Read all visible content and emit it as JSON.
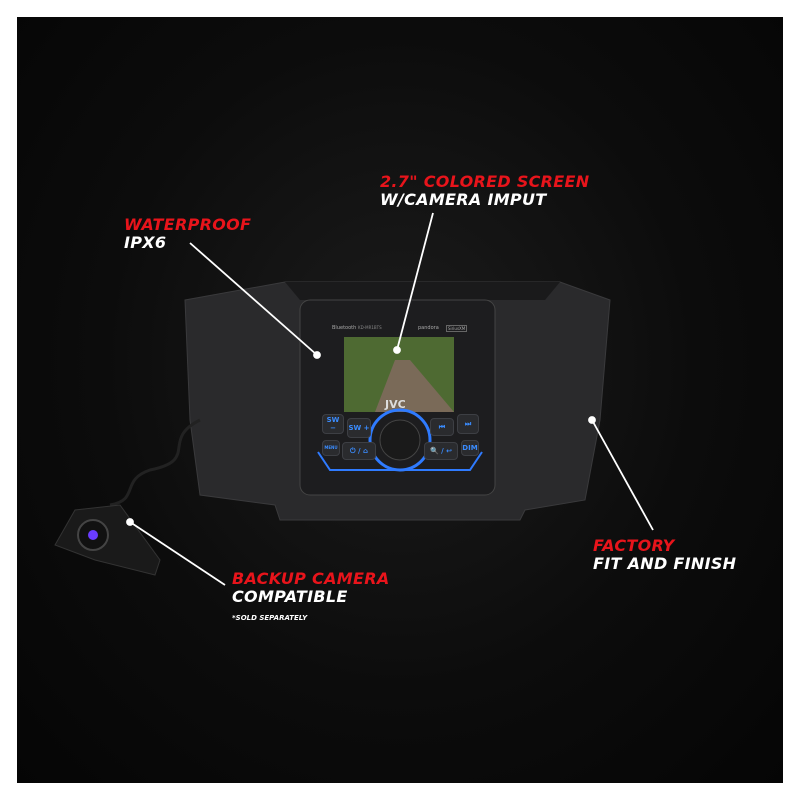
{
  "callouts": {
    "screen": {
      "title": "2.7\" COLORED SCREEN",
      "subtitle": "W/CAMERA IMPUT"
    },
    "waterproof": {
      "title": "WATERPROOF",
      "subtitle": "IPX6"
    },
    "camera": {
      "title": "BACKUP CAMERA",
      "subtitle": "COMPATIBLE",
      "note": "*SOLD SEPARATELY"
    },
    "factory": {
      "title": "FACTORY",
      "subtitle": "FIT AND FINISH"
    }
  },
  "radio": {
    "brand": "JVC",
    "bluetooth": "Bluetooth",
    "model": "KD-MR1BTS",
    "pandora": "pandora",
    "siriusxm": "SiriusXM",
    "buttons": [
      "SW −",
      "SW +",
      "⏮",
      "⏭",
      "MENU",
      "⏻ / ⌂",
      "🔍 / ↩",
      "DIM"
    ]
  },
  "colors": {
    "accent_red": "#e8141b",
    "led_blue": "#2f7bff"
  }
}
